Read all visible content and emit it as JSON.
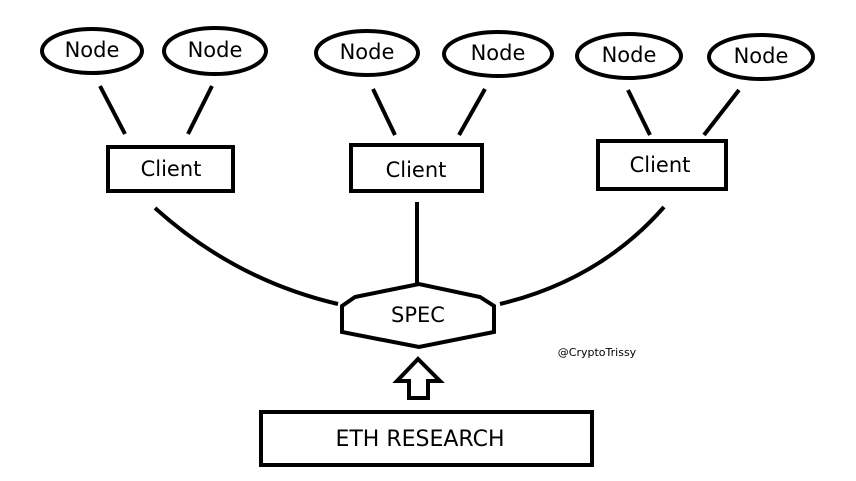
{
  "diagram": {
    "nodes": [
      "Node",
      "Node",
      "Node",
      "Node",
      "Node",
      "Node"
    ],
    "clients": [
      "Client",
      "Client",
      "Client"
    ],
    "spec": "SPEC",
    "eth_research": "ETH RESEARCH",
    "watermark": "@CryptoTrissy"
  },
  "colors": {
    "stroke": "#000000",
    "background": "#ffffff"
  }
}
